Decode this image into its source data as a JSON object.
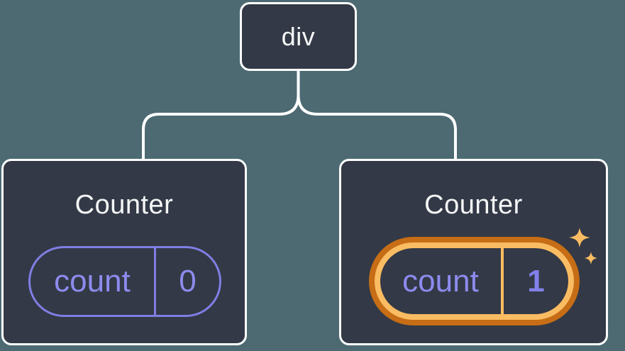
{
  "colors": {
    "background": "#4d6a72",
    "node_fill": "#333946",
    "node_border": "#ffffff",
    "connector": "#ffffff",
    "title_text": "#f5f6f7",
    "state_text_purple": "#8d8bee",
    "state_pill_border_purple": "#807ee4",
    "highlight_ring_outer_orange": "#c66d16",
    "highlight_ring_inner_orange": "#fabc62",
    "sparkle_orange": "#fabc62"
  },
  "tree": {
    "root": {
      "label": "div"
    },
    "children": [
      {
        "title": "Counter",
        "state": {
          "key": "count",
          "value": "0"
        },
        "highlighted": false
      },
      {
        "title": "Counter",
        "state": {
          "key": "count",
          "value": "1"
        },
        "highlighted": true
      }
    ]
  }
}
